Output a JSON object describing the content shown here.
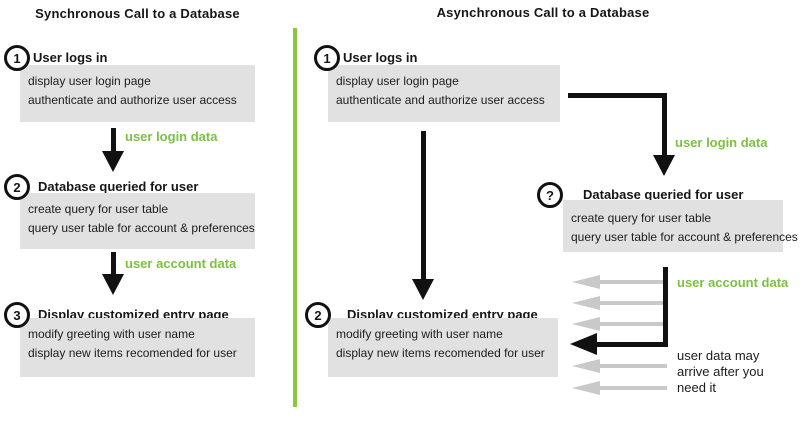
{
  "colors": {
    "green_label": "#7cc142",
    "divider": "#8cc63f",
    "box": "#e2e1e1",
    "gray_arrow": "#c9c9c9",
    "ink": "#161616"
  },
  "left": {
    "title": "Synchronous Call to a Database",
    "steps": [
      {
        "num": "1",
        "label": "User logs in",
        "lines": [
          "display user login page",
          "authenticate and authorize user access"
        ]
      },
      {
        "num": "2",
        "label": "Database queried for user",
        "lines": [
          "create query for user table",
          "query user table for account & preferences"
        ]
      },
      {
        "num": "3",
        "label": "Display customized entry page",
        "lines": [
          "modify greeting with user name",
          "display new items recomended for user"
        ]
      }
    ],
    "arrow_labels": {
      "login": "user login data",
      "account": "user account data"
    }
  },
  "right": {
    "title": "Asynchronous Call to a Database",
    "steps": [
      {
        "num": "1",
        "label": "User logs in",
        "lines": [
          "display user login page",
          "authenticate and authorize user access"
        ]
      },
      {
        "num": "?",
        "label": "Database queried for user",
        "lines": [
          "create query for user table",
          "query user table for account & preferences"
        ]
      },
      {
        "num": "2",
        "label": "Display customized entry page",
        "lines": [
          "modify greeting with user name",
          "display new items recomended for user"
        ]
      }
    ],
    "arrow_labels": {
      "login": "user login data",
      "account": "user account data"
    },
    "note_lines": [
      "user data may",
      "arrive after you",
      "need it"
    ]
  }
}
